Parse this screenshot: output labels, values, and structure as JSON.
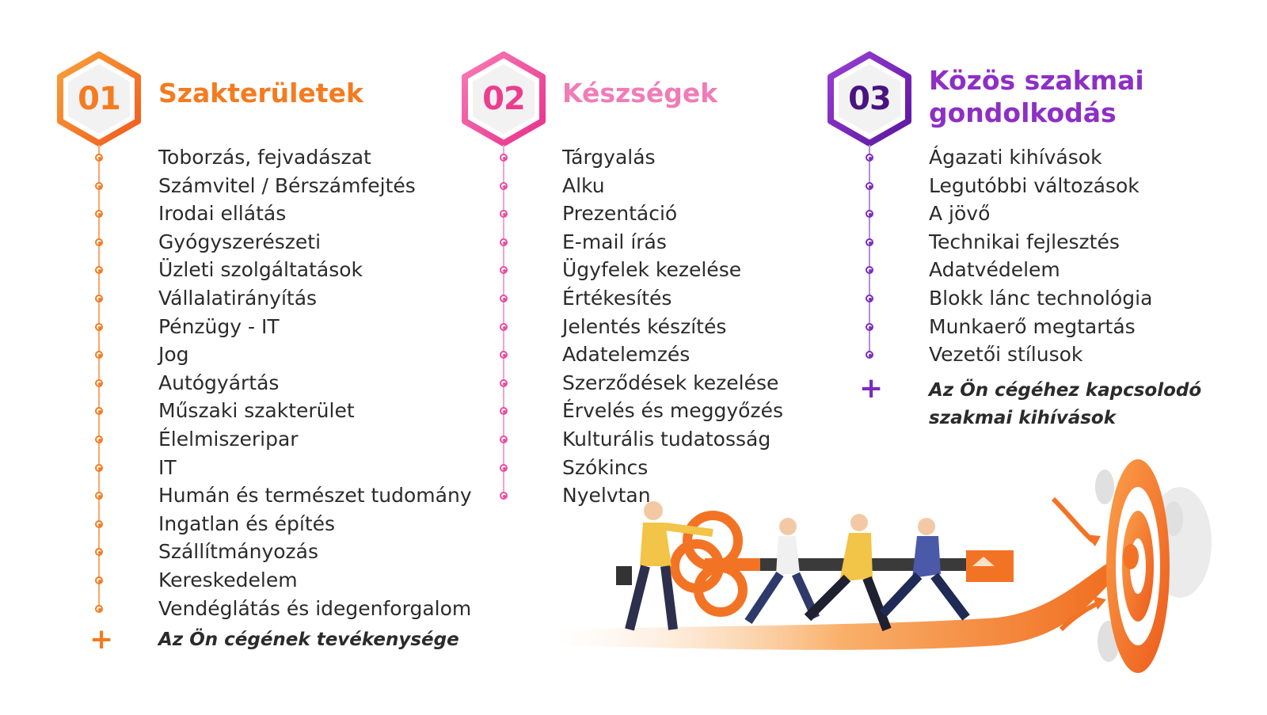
{
  "columns": [
    {
      "number": "01",
      "title": "Szakterületek",
      "color": "#f47b20",
      "items": [
        "Toborzás, fejvadászat",
        "Számvitel / Bérszámfejtés",
        "Irodai ellátás",
        "Gyógyszerészeti",
        "Üzleti szolgáltatások",
        "Vállalatirányítás",
        "Pénzügy - IT",
        "Jog",
        "Autógyártás",
        "Műszaki szakterület",
        "Élelmiszeripar",
        "IT",
        "Humán és természet tudomány",
        "Ingatlan és építés",
        "Szállítmányozás",
        "Kereskedelem",
        "Vendéglátás és idegenforgalom"
      ],
      "plus": "+",
      "extra": "Az Ön cégének tevékenysége"
    },
    {
      "number": "02",
      "title": "Készségek",
      "color": "#ec4aa1",
      "items": [
        "Tárgyalás",
        "Alku",
        "Prezentáció",
        "E-mail írás",
        "Ügyfelek kezelése",
        "Értékesítés",
        "Jelentés készítés",
        "Adatelemzés",
        "Szerződések kezelése",
        "Érvelés és meggyőzés",
        "Kulturális tudatosság",
        "Szókincs",
        "Nyelvtan"
      ]
    },
    {
      "number": "03",
      "title_line1": "Közös szakmai",
      "title_line2": "gondolkodás",
      "color": "#7b2cbf",
      "items": [
        "Ágazati kihívások",
        "Legutóbbi változások",
        "A jövő",
        "Technikai fejlesztés",
        "Adatvédelem",
        "Blokk lánc technológia",
        "Munkaerő megtartás",
        "Vezetői stílusok"
      ],
      "plus": "+",
      "extra_line1": "Az Ön cégéhez kapcsolodó",
      "extra_line2": "szakmai kihívások"
    }
  ],
  "illustration": "running-people-with-key-illustration"
}
